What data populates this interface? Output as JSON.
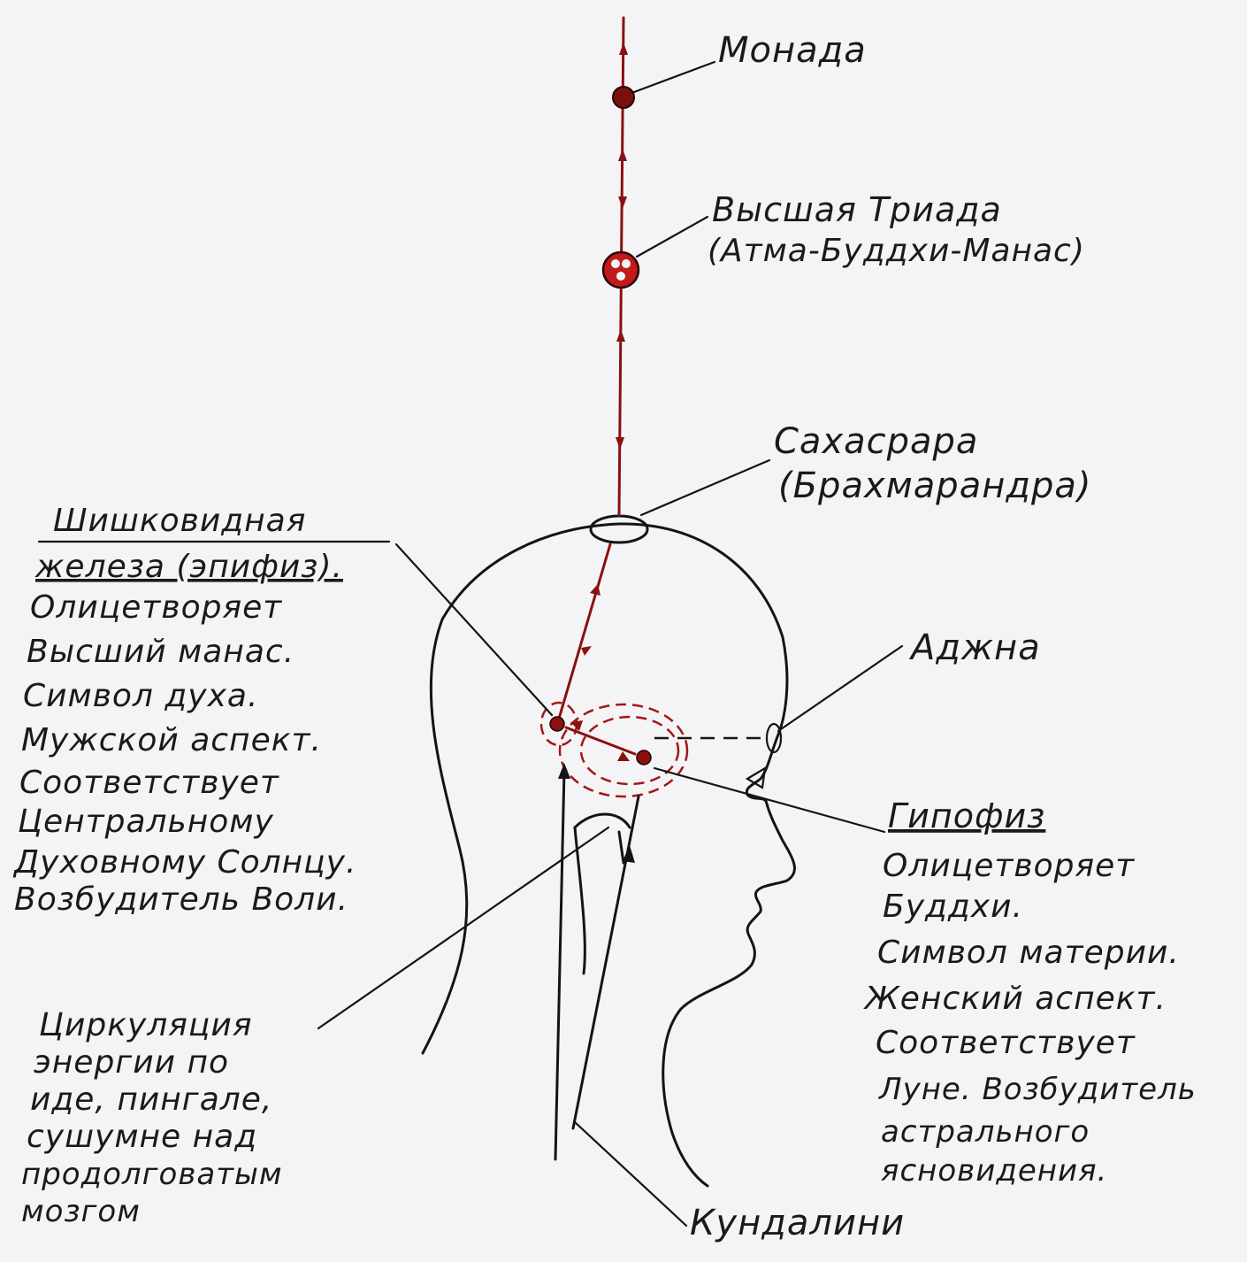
{
  "labels": {
    "monada": "Монада",
    "triad_1": "Высшая Триада",
    "triad_2": "(Атма-Буддхи-Манас)",
    "sahasrara_1": "Сахасрара",
    "sahasrara_2": "(Брахмарандра)",
    "ajna": "Аджна",
    "kundalini": "Кундалини"
  },
  "pineal": {
    "title": "Шишковидная",
    "title_2": "железа (эпифиз).",
    "lines": [
      "Олицетворяет",
      "Высший манас.",
      "Символ духа.",
      "Мужской аспект.",
      "Соответствует",
      "Центральному",
      "Духовному Солнцу.",
      "Возбудитель Воли."
    ]
  },
  "pituitary": {
    "title": "Гипофиз",
    "lines": [
      "Олицетворяет",
      "Буддхи.",
      "Символ материи.",
      "Женский аспект.",
      "Соответствует",
      "Луне. Возбудитель",
      "астрального",
      "ясновидения."
    ]
  },
  "circulation": {
    "lines": [
      "Циркуляция",
      "энергии по",
      "иде, пингале,",
      "сушумне над",
      "продолговатым",
      "мозгом"
    ]
  },
  "colors": {
    "ink": "#141414",
    "accent_red": "#8b1010",
    "paper": "#f4f4f6"
  }
}
